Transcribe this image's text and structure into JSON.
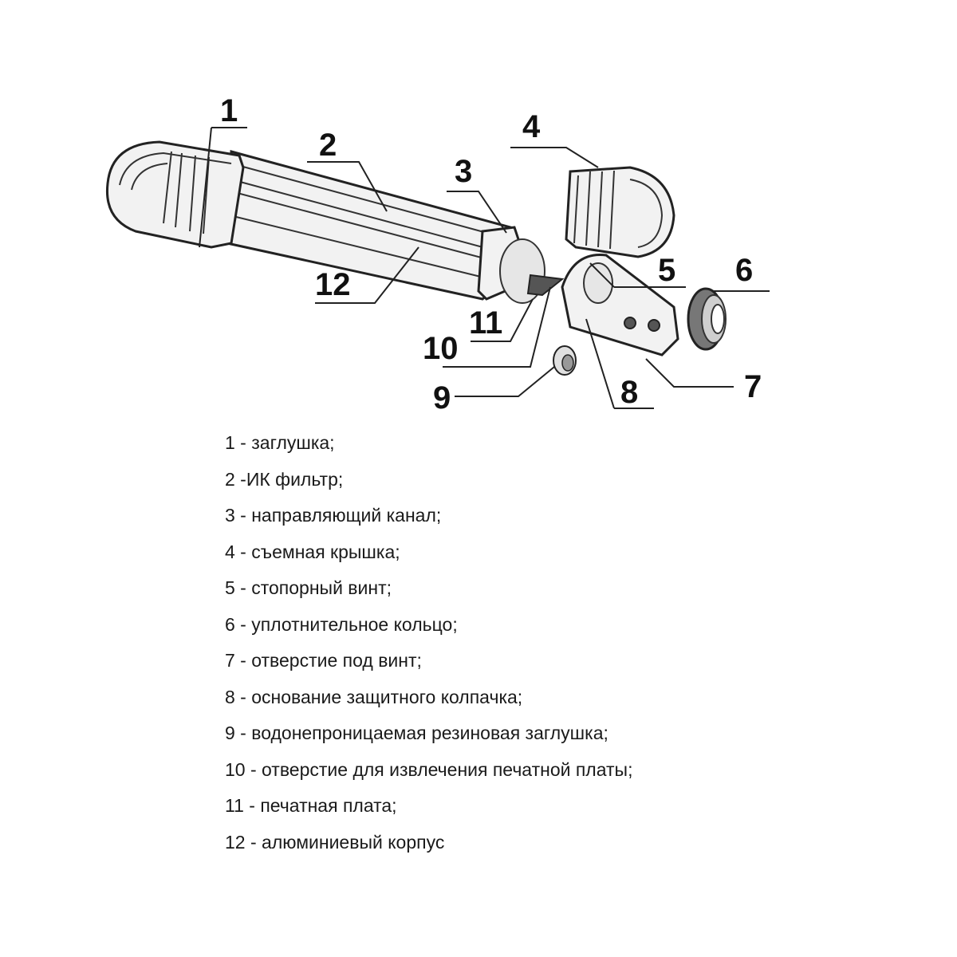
{
  "callouts": [
    {
      "id": "1",
      "label": "1"
    },
    {
      "id": "2",
      "label": "2"
    },
    {
      "id": "3",
      "label": "3"
    },
    {
      "id": "4",
      "label": "4"
    },
    {
      "id": "5",
      "label": "5"
    },
    {
      "id": "6",
      "label": "6"
    },
    {
      "id": "7",
      "label": "7"
    },
    {
      "id": "8",
      "label": "8"
    },
    {
      "id": "9",
      "label": "9"
    },
    {
      "id": "10",
      "label": "10"
    },
    {
      "id": "11",
      "label": "11"
    },
    {
      "id": "12",
      "label": "12"
    }
  ],
  "legend": [
    "1 - заглушка;",
    "2 -ИК фильтр;",
    "3 - направляющий канал;",
    "4 - съемная крышка;",
    "5 - стопорный винт;",
    "6 - уплотнительное кольцо;",
    "7 - отверстие под винт;",
    "8 - основание защитного колпачка;",
    "9 - водонепроницаемая резиновая заглушка;",
    "10 - отверстие для извлечения печатной платы;",
    "11 - печатная плата;",
    "12 - алюминиевый корпус"
  ]
}
